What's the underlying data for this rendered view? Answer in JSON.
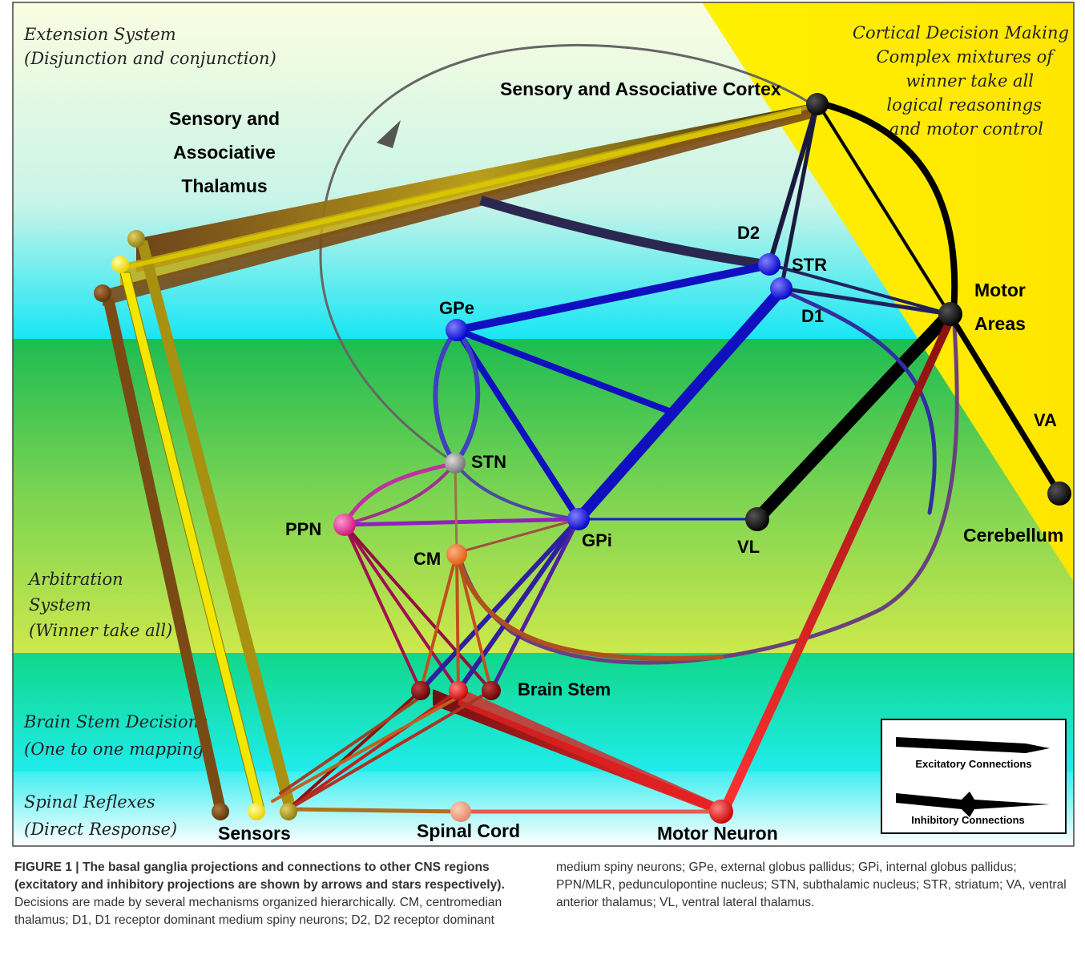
{
  "zones": {
    "extension": [
      "Extension System",
      "(Disjunction and conjunction)"
    ],
    "cortical": [
      "Cortical Decision Making",
      "Complex mixtures of",
      "winner take all",
      "logical reasonings",
      "and motor control"
    ],
    "arbitration": [
      "Arbitration",
      "System",
      "(Winner take all)"
    ],
    "brainstem_decisions": [
      "Brain Stem Decisions",
      "(One to one mapping)"
    ],
    "spinal": [
      "Spinal Reflexes",
      "(Direct Response)"
    ]
  },
  "nodes": {
    "cortex": "Sensory and Associative Cortex",
    "thalamus": [
      "Sensory and",
      "Associative",
      "Thalamus"
    ],
    "d2": "D2",
    "str": "STR",
    "d1": "D1",
    "motor_areas": [
      "Motor",
      "Areas"
    ],
    "gpe": "GPe",
    "stn": "STN",
    "ppn": "PPN",
    "cm": "CM",
    "gpi": "GPi",
    "vl": "VL",
    "va": "VA",
    "cerebellum": "Cerebellum",
    "brain_stem": "Brain Stem",
    "sensors": "Sensors",
    "spinal_cord": "Spinal Cord",
    "motor_neuron": "Motor Neuron"
  },
  "legend": {
    "excitatory": "Excitatory Connections",
    "inhibitory": "Inhibitory Connections"
  },
  "caption": {
    "lead": "FIGURE 1 | The basal ganglia projections and connections to other CNS regions (excitatory and inhibitory projections are shown by arrows and stars respectively).",
    "body": " Decisions are made by several mechanisms organized hierarchically. CM, centromedian thalamus; D1, D1 receptor dominant medium spiny neurons; D2, D2 receptor dominant medium spiny neurons; GPe, external globus pallidus; GPi, internal globus pallidus; PPN/MLR, pedunculopontine nucleus; STN, subthalamic nucleus; STR, striatum; VA, ventral anterior thalamus; VL, ventral lateral thalamus."
  }
}
